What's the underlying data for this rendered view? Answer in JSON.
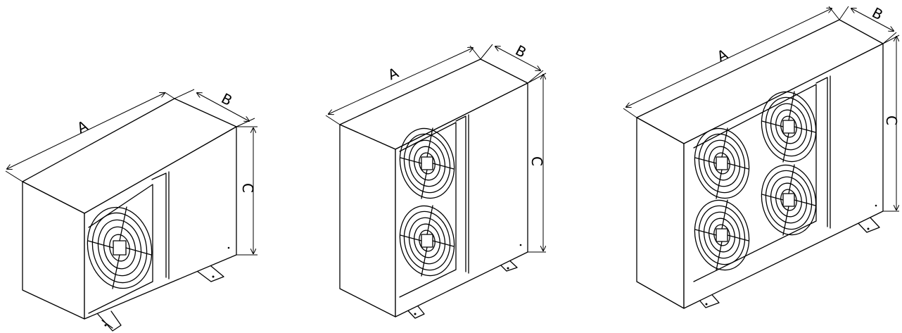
{
  "units": [
    {
      "name": "unit-1-fan",
      "fans": 1,
      "dims": {
        "a": "A",
        "b": "B",
        "c": "C"
      }
    },
    {
      "name": "unit-2-fan",
      "fans": 2,
      "dims": {
        "a": "A",
        "b": "B",
        "c": "C"
      }
    },
    {
      "name": "unit-4-fan",
      "fans": 4,
      "dims": {
        "a": "A",
        "b": "B",
        "c": "C"
      }
    }
  ],
  "colors": {
    "line": "#000000",
    "fill": "#ffffff"
  }
}
